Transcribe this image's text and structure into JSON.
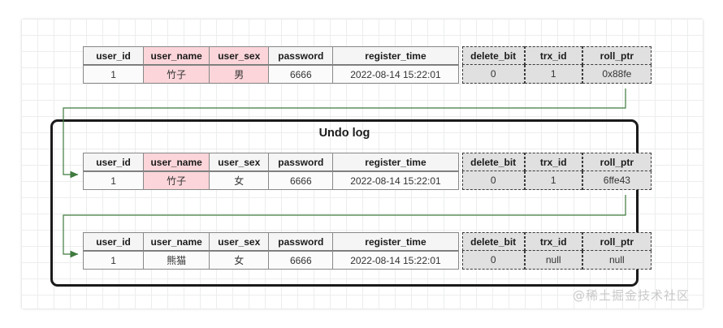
{
  "diagram": {
    "title": "Undo log",
    "watermark": "@稀土掘金技术社区",
    "columns_solid": [
      "user_id",
      "user_name",
      "user_sex",
      "password",
      "register_time"
    ],
    "columns_dashed": [
      "delete_bit",
      "trx_id",
      "roll_ptr"
    ],
    "rows": [
      {
        "id": "current-record",
        "role": "current-row-in-table",
        "cells": {
          "user_id": "1",
          "user_name": "竹子",
          "user_sex": "男",
          "password": "6666",
          "register_time": "2022-08-14 15:22:01",
          "delete_bit": "0",
          "trx_id": "1",
          "roll_ptr": "0x88fe"
        },
        "highlight": [
          "user_name",
          "user_sex"
        ]
      },
      {
        "id": "undo-version-1",
        "role": "undo-log-version",
        "cells": {
          "user_id": "1",
          "user_name": "竹子",
          "user_sex": "女",
          "password": "6666",
          "register_time": "2022-08-14 15:22:01",
          "delete_bit": "0",
          "trx_id": "1",
          "roll_ptr": "6ffe43"
        },
        "highlight": [
          "user_name"
        ]
      },
      {
        "id": "undo-version-2",
        "role": "undo-log-version",
        "cells": {
          "user_id": "1",
          "user_name": "熊猫",
          "user_sex": "女",
          "password": "6666",
          "register_time": "2022-08-14 15:22:01",
          "delete_bit": "0",
          "trx_id": "null",
          "roll_ptr": "null"
        },
        "highlight": []
      }
    ],
    "arrows": [
      {
        "name": "roll-ptr-link-1",
        "from": "current-record.roll_ptr",
        "to": "undo-version-1"
      },
      {
        "name": "roll-ptr-link-2",
        "from": "undo-version-1.roll_ptr",
        "to": "undo-version-2"
      }
    ],
    "colors": {
      "highlight_pink": "#fbd5d9",
      "dashed_cell_gray": "#e0e0e0",
      "arrow_green": "#3f7a3f",
      "box_border": "#1a1a1a",
      "grid_line": "#eceded"
    }
  }
}
